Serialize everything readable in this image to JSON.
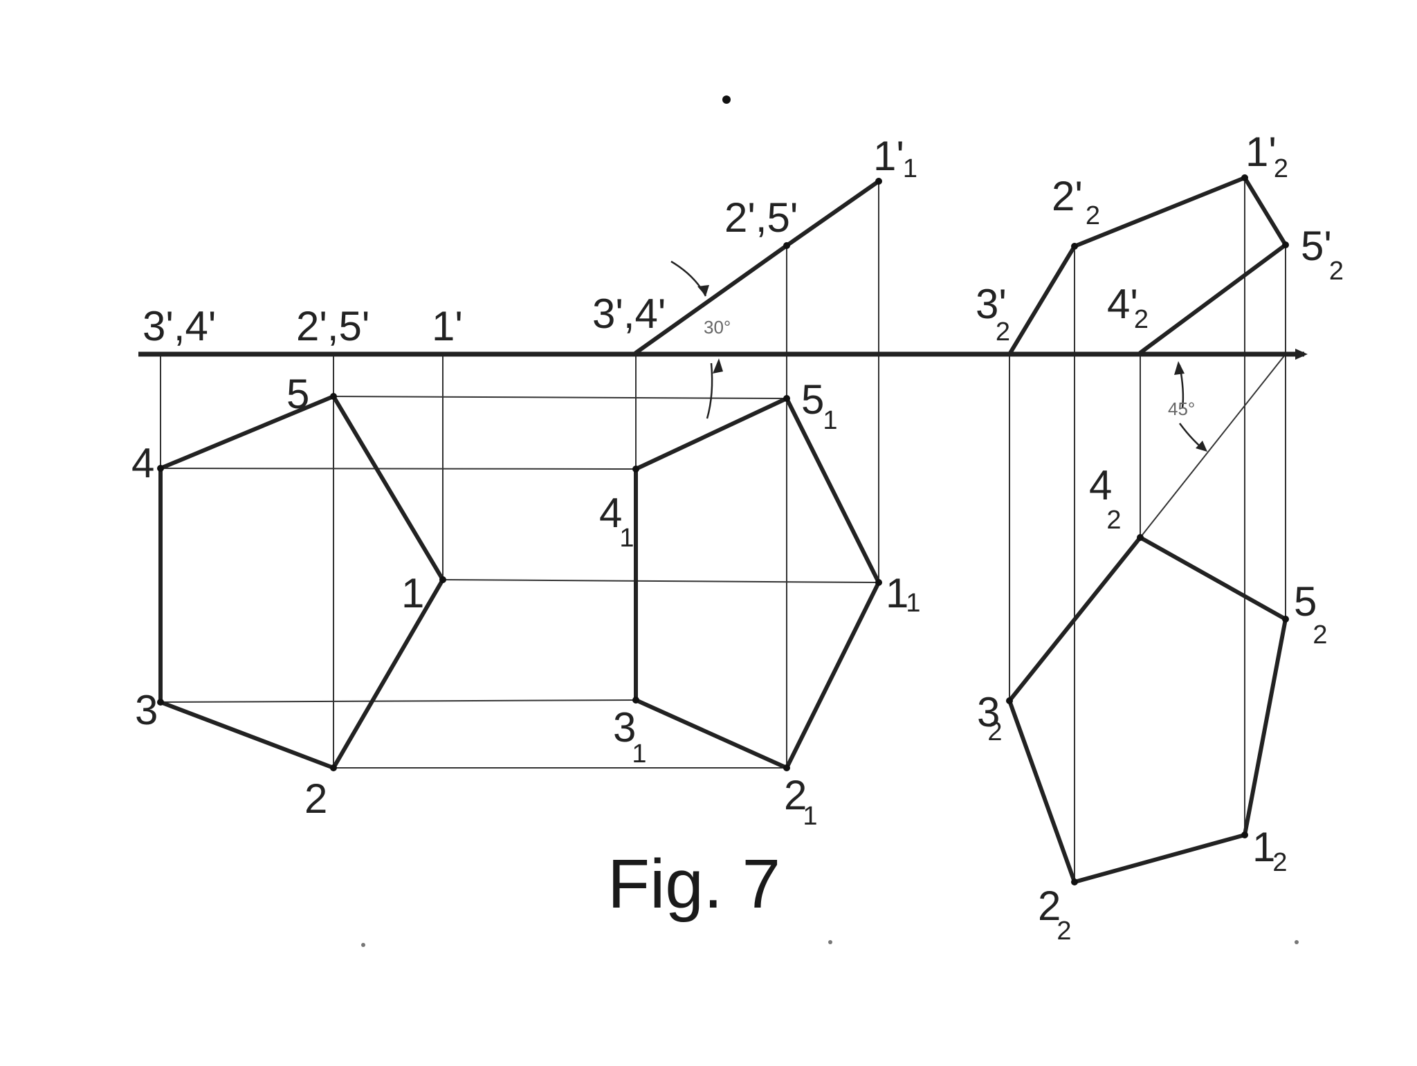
{
  "caption": "Fig. 7",
  "colors": {
    "ink": "#222222",
    "thin": "#333333",
    "faint": "#666666"
  },
  "angles": {
    "a30": "30°",
    "a45": "45°"
  },
  "labels": {
    "axis_34": "3',4'",
    "axis_25": "2',5'",
    "axis_1": "1'",
    "front_34": "3',4'",
    "front_25": "2',5'",
    "front_1": {
      "main": "1'",
      "sub": "1"
    },
    "top_1": "1",
    "top_2": "2",
    "top_3": "3",
    "top_4": "4",
    "top_5": "5",
    "rot_1": {
      "main": "1",
      "sub": "1"
    },
    "rot_2": {
      "main": "2",
      "sub": "1"
    },
    "rot_3": {
      "main": "3",
      "sub": "1"
    },
    "rot_4": {
      "main": "4",
      "sub": "1"
    },
    "rot_5": {
      "main": "5",
      "sub": "1"
    },
    "p2_1": {
      "main": "1'",
      "sub": "2"
    },
    "p2_2": {
      "main": "2'",
      "sub": "2"
    },
    "p2_3": {
      "main": "3'",
      "sub": "2"
    },
    "p2_4": {
      "main": "4'",
      "sub": "2"
    },
    "p2_5": {
      "main": "5'",
      "sub": "2"
    },
    "b2_1": {
      "main": "1",
      "sub": "2"
    },
    "b2_2": {
      "main": "2",
      "sub": "2"
    },
    "b2_3": {
      "main": "3",
      "sub": "2"
    },
    "b2_4": {
      "main": "4",
      "sub": "2"
    },
    "b2_5": {
      "main": "5",
      "sub": "2"
    }
  }
}
